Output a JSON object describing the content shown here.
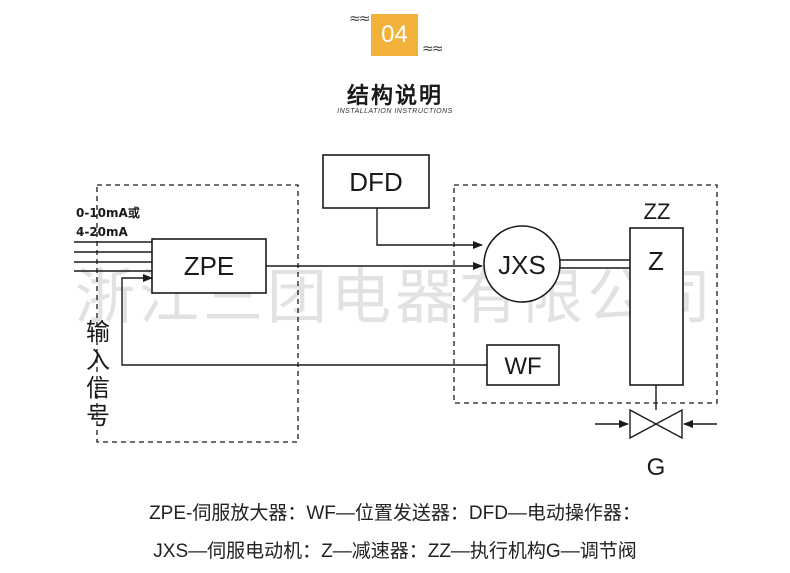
{
  "header": {
    "number": "04",
    "title": "结构说明",
    "subtitle": "INSTALLATION INSTRUCTIONS"
  },
  "diagram": {
    "input_signal_1": "0-10mA或",
    "input_signal_2": "4-20mA",
    "input_label_chars": [
      "输",
      "入",
      "信",
      "号"
    ],
    "block_zpe": "ZPE",
    "block_dfd": "DFD",
    "block_jxs": "JXS",
    "block_wf": "WF",
    "block_z": "Z",
    "label_zz": "ZZ",
    "label_g": "G",
    "watermark": "浙江三团电器有限公司"
  },
  "legend": {
    "line1": "ZPE-伺服放大器：WF—位置发送器：DFD—电动操作器：",
    "line2": "JXS—伺服电动机：Z—减速器：ZZ—执行机构G—调节阀"
  },
  "colors": {
    "badge": "#f2b23a",
    "line": "#1a1a1a",
    "watermark": "#d9d9d9"
  }
}
